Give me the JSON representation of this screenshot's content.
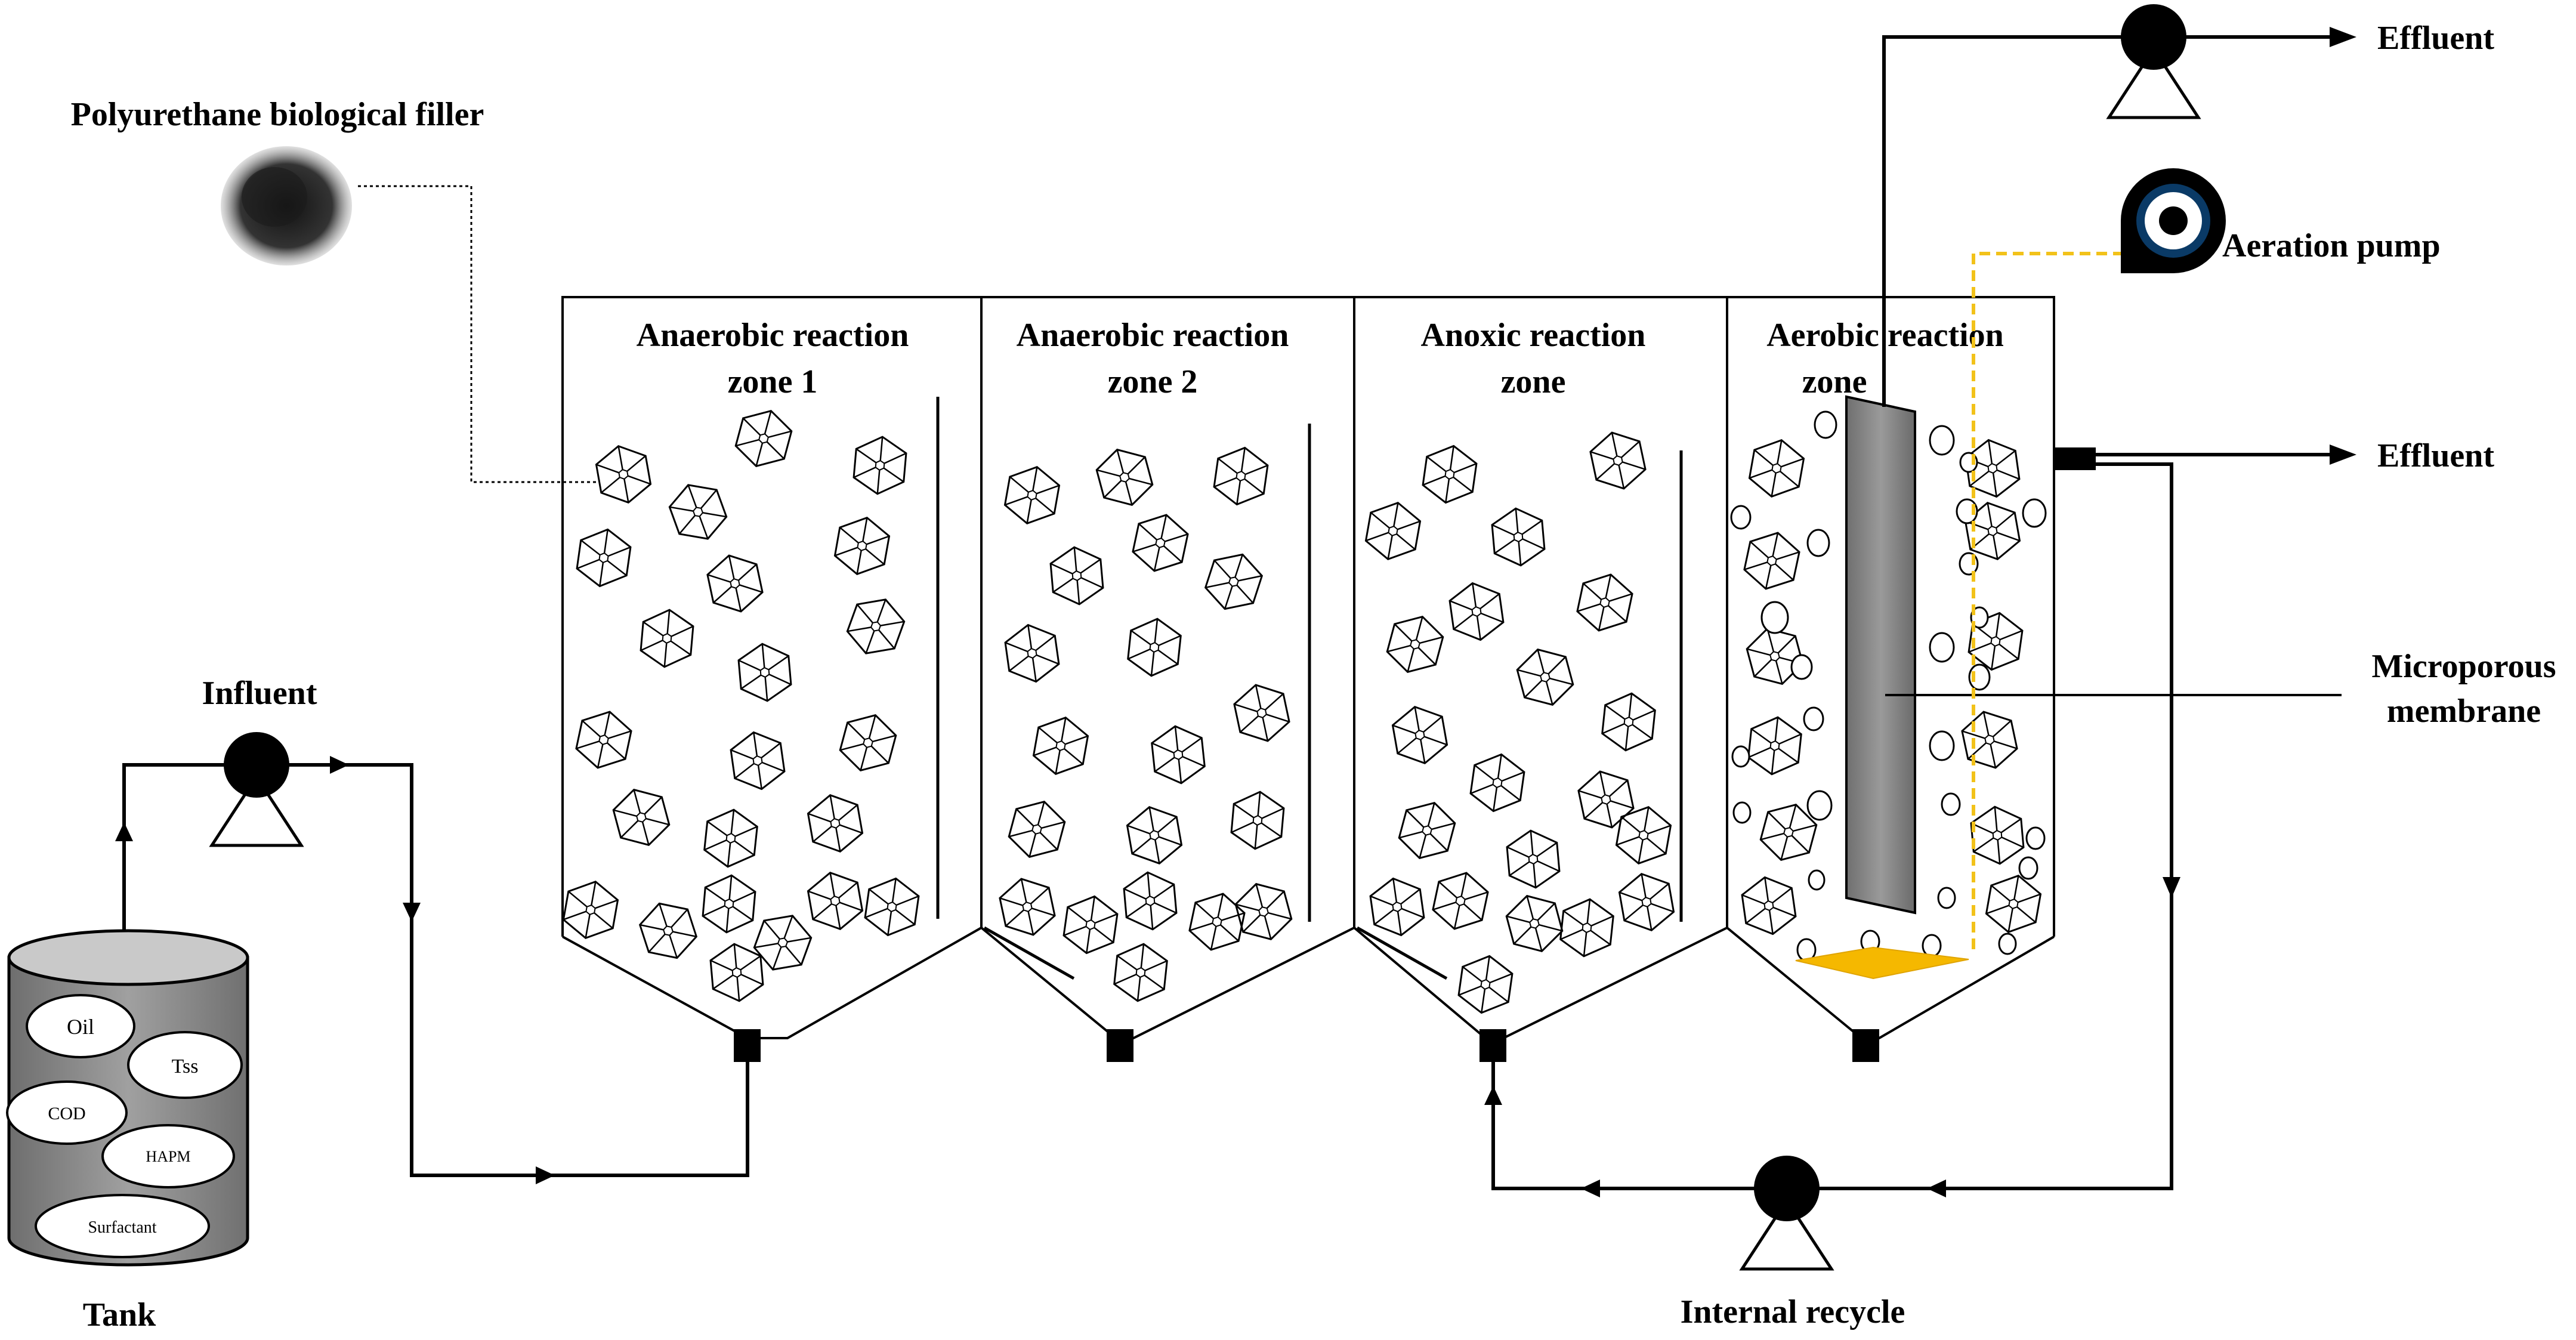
{
  "labels": {
    "filler": "Polyurethane biological filler",
    "effluent_top": "Effluent",
    "effluent_mid": "Effluent",
    "aeration_pump": "Aeration pump",
    "zone1_line1": "Anaerobic reaction",
    "zone1_line2": "zone 1",
    "zone2_line1": "Anaerobic reaction",
    "zone2_line2": "zone 2",
    "zone3_line1": "Anoxic reaction",
    "zone3_line2": "zone",
    "zone4_line1": "Aerobic reaction",
    "zone4_line2": "zone",
    "membrane_line1": "Microporous",
    "membrane_line2": "membrane",
    "influent": "Influent",
    "tank": "Tank",
    "internal_recycle": "Internal recycle"
  },
  "tank_contents": [
    "Oil",
    "Tss",
    "COD",
    "HAPM",
    "Surfactant"
  ],
  "colors": {
    "line": "#000000",
    "air_line": "#f2c21a",
    "diffuser": "#f5b800",
    "membrane": "#8a8a8a",
    "tank_body": "#8c8c8c",
    "tank_top": "#c9c9c9",
    "filler_blob": "#333333"
  },
  "icons": [
    "pump-icon",
    "aeration-pump-icon",
    "filler-cube-icon",
    "air-bubble-icon"
  ]
}
